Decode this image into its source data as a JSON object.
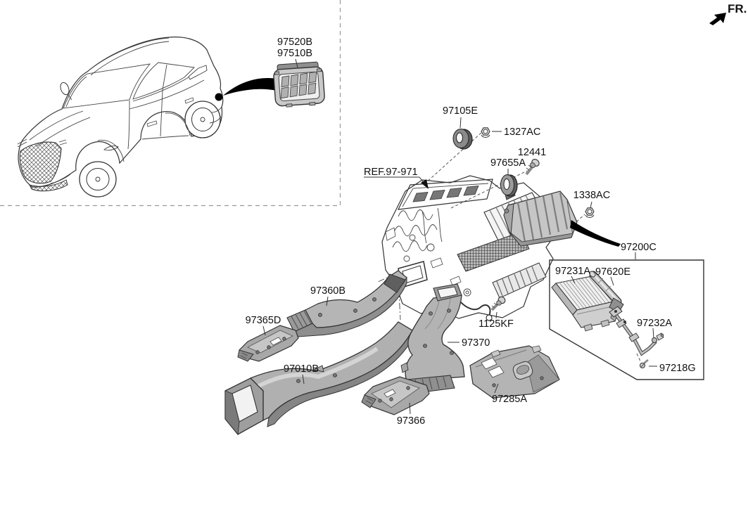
{
  "direction_indicator": {
    "label": "FR."
  },
  "reference": {
    "label": "REF.97-971"
  },
  "callouts": {
    "c97520B": "97520B",
    "c97510B": "97510B",
    "c97105E": "97105E",
    "c1327AC": "1327AC",
    "c12441": "12441",
    "c97655A": "97655A",
    "c1338AC": "1338AC",
    "c97200C": "97200C",
    "c97231A": "97231A",
    "c97620E": "97620E",
    "c97232A": "97232A",
    "c97218G": "97218G",
    "c97360B": "97360B",
    "c97365D": "97365D",
    "c97010B": "97010B",
    "c97370": "97370",
    "c1125KF": "1125KF",
    "c97366": "97366",
    "c97285A": "97285A"
  },
  "colors": {
    "line": "#333333",
    "duct_gray": "#aaaaaa",
    "duct_light": "#c9c9c9",
    "duct_dark": "#7a7a7a",
    "arrow_black": "#000000",
    "background": "#ffffff"
  }
}
